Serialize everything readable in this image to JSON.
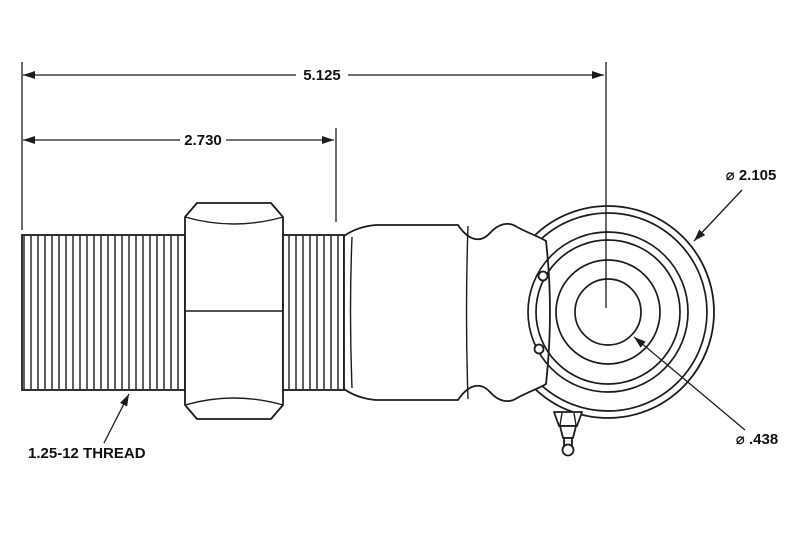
{
  "canvas": {
    "background": "#ffffff",
    "line_color": "#1c1c1c"
  },
  "dimensions": {
    "overall_length": "5.125",
    "thread_length": "2.730",
    "outer_diameter": "⌀ 2.105",
    "bore_diameter": "⌀ .438",
    "thread_spec": "1.25-12 THREAD"
  }
}
